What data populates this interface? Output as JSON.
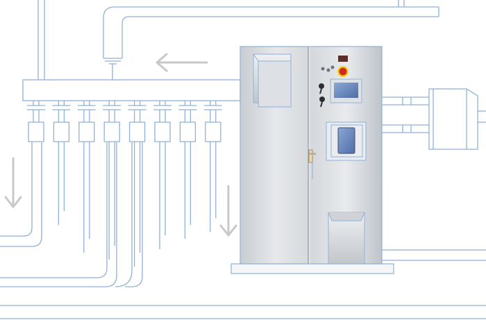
{
  "diagram": {
    "type": "process schematic with stainless steel control cabinet",
    "colors": {
      "line": "#8fb1d8",
      "arrow": "#c8c8c8",
      "steel_light": "#e4e6e9",
      "steel_mid": "#c3c7cc",
      "steel_dark": "#9da3aa",
      "hmi_screen": "#6f8fc2",
      "estop": "#d22a1e",
      "estop_base": "#f1d21b",
      "base_plate": "#f4f6f8"
    },
    "flow_arrows": [
      {
        "direction": "left"
      },
      {
        "direction": "down"
      },
      {
        "direction": "down"
      }
    ],
    "branch_valves": {
      "count": 8
    },
    "cabinet": {
      "doors": 2,
      "hmi_panels": 2,
      "key_switches": 2,
      "emergency_stop": true,
      "door_handle": true
    }
  }
}
